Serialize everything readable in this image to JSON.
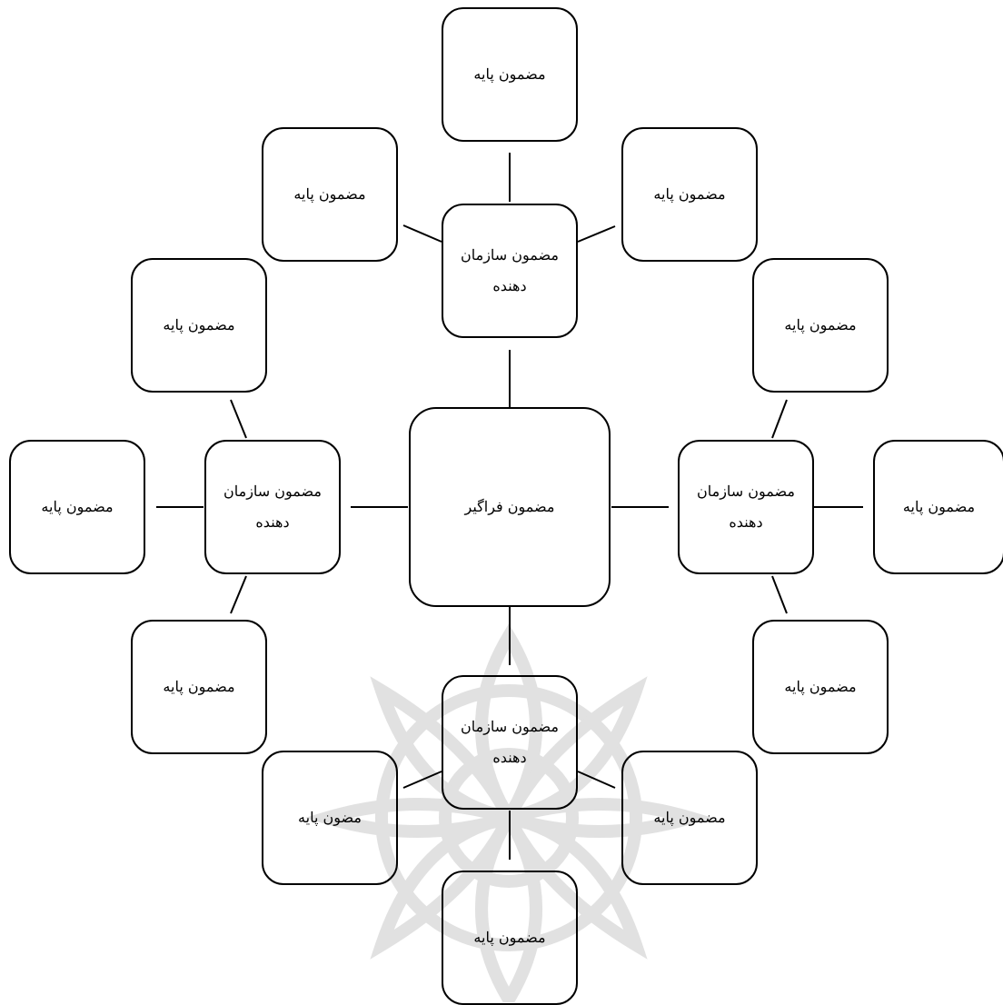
{
  "global_theme": {
    "label": "مضمون فراگیر"
  },
  "organizing": [
    {
      "label": "مضمون سازمان دهنده"
    },
    {
      "label": "مضمون سازمان دهنده"
    },
    {
      "label": "مضمون سازمان دهنده"
    },
    {
      "label": "مضمون سازمان دهنده"
    }
  ],
  "basic": [
    {
      "label": "مضمون پایه"
    },
    {
      "label": "مضمون پایه"
    },
    {
      "label": "مضمون پایه"
    },
    {
      "label": "مضمون پایه"
    },
    {
      "label": "مضمون پایه"
    },
    {
      "label": "مضمون پایه"
    },
    {
      "label": "مضمون پایه"
    },
    {
      "label": "مضمون پایه"
    },
    {
      "label": "مضمون پایه"
    },
    {
      "label": "مضمون پایه"
    },
    {
      "label": "مضون پایه"
    },
    {
      "label": "مضمون پایه"
    }
  ],
  "style": {
    "stroke": "#000000",
    "watermark": "#dcdcdc"
  }
}
